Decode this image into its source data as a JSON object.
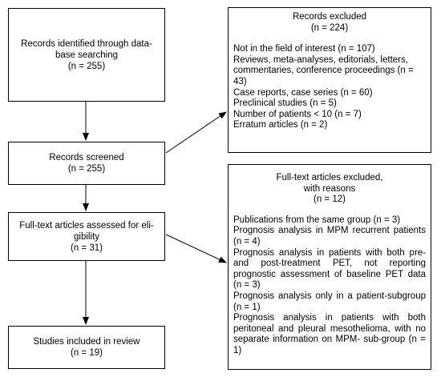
{
  "identified": {
    "lines": [
      "Records identified through data-",
      "base searching",
      "(n = 255)"
    ]
  },
  "screened": {
    "lines": [
      "Records screened",
      "(n = 255)"
    ]
  },
  "assessed": {
    "lines": [
      "Full-text articles assessed for eli-",
      "gibility",
      "(n = 31)"
    ]
  },
  "included": {
    "lines": [
      "Studies included in review",
      "(n = 19)"
    ]
  },
  "excluded_records": {
    "title": "Records excluded",
    "count": "(n = 224)",
    "items": [
      "Not in the field of interest (n = 107)",
      "Reviews, meta-analyses, editorials, letters, commentaries, conference proceedings (n = 43)",
      "Case reports, case series (n = 60)",
      "Preclinical studies (n = 5)",
      "Number of patients < 10 (n = 7)",
      "Erratum articles (n = 2)"
    ]
  },
  "excluded_fulltext": {
    "title_line1": "Full-text articles excluded,",
    "title_line2": "with reasons",
    "count": "(n = 12)",
    "items": [
      "Publications from the same group (n = 3)",
      "Prognosis analysis in MPM recurrent patients (n = 4)",
      "Prognosis analysis in patients with both pre- and post-treatment PET, not reporting prognostic assessment of baseline PET data (n = 3)",
      "Prognosis analysis only in a patient-subgroup (n = 1)",
      "Prognosis analysis in patients with both peritoneal and pleural mesothelioma, with no separate information on MPM- sub-group (n = 1)"
    ]
  }
}
